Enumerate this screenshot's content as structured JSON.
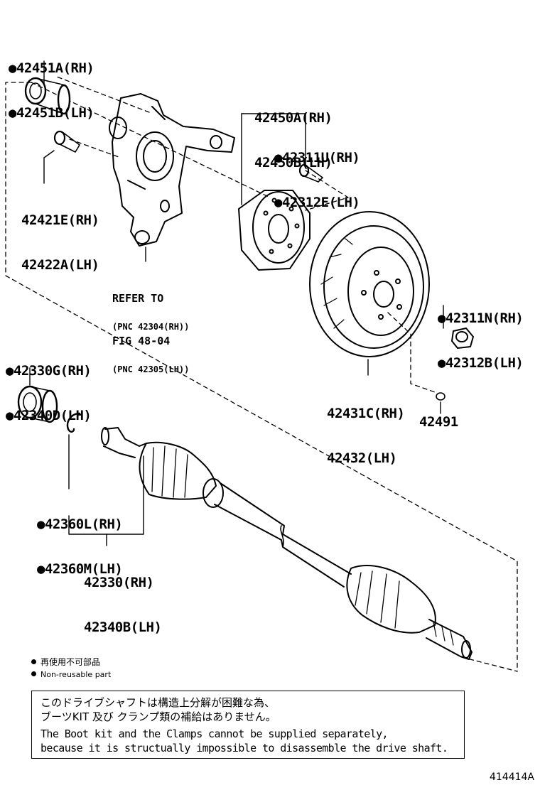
{
  "parts": {
    "bearing_upper": [
      "●42451A(RH)",
      "●42451B(LH)"
    ],
    "hub_assy": [
      "42450A(RH)",
      "42450B(LH)"
    ],
    "hub_bolt": [
      "●42311U(RH)",
      "●42312E(LH)"
    ],
    "knuckle_bolt": [
      "42421E(RH)",
      "42422A(LH)"
    ],
    "refer_to": [
      "REFER TO",
      "FIG 48-04"
    ],
    "pnc_refs": [
      "(PNC 42304(RH))",
      "(PNC 42305(LH))"
    ],
    "lock_nut": [
      "●42311N(RH)",
      "●42312B(LH)"
    ],
    "bearing_lower": [
      "●42330G(RH)",
      "●42340D(LH)"
    ],
    "disc": [
      "42431C(RH)",
      "42432(LH)"
    ],
    "plug": "42491",
    "snap_ring": [
      "●42360L(RH)",
      "●42360M(LH)"
    ],
    "drive_shaft": [
      "42330(RH)",
      "42340B(LH)"
    ]
  },
  "legend": {
    "jp": "再使用不可部品",
    "en": "Non-reusable part"
  },
  "note": {
    "jp_line1": "このドライブシャフトは構造上分解が困難な為、",
    "jp_line2": "ブーツKIT 及び クランプ類の補給はありません。",
    "en_line1": "The Boot kit and the Clamps cannot be supplied separately,",
    "en_line2": "because it is structually impossible to disassemble the drive shaft."
  },
  "figure_code": "414414A"
}
